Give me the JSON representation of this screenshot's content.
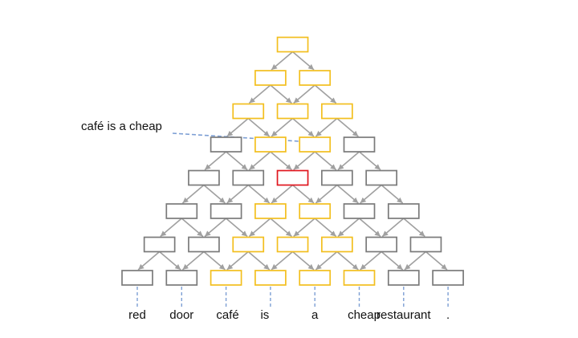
{
  "words": [
    "red",
    "door",
    "café",
    "is",
    "a",
    "cheap",
    "restaurant",
    "."
  ],
  "callout": {
    "label": "café is a cheap",
    "target_layer": 4,
    "target_index": 2
  },
  "layers": [
    [
      "gray",
      "gray",
      "yellow",
      "yellow",
      "yellow",
      "yellow",
      "gray",
      "gray"
    ],
    [
      "gray",
      "gray",
      "yellow",
      "yellow",
      "yellow",
      "gray",
      "gray"
    ],
    [
      "gray",
      "gray",
      "yellow",
      "yellow",
      "gray",
      "gray"
    ],
    [
      "gray",
      "gray",
      "red",
      "gray",
      "gray"
    ],
    [
      "gray",
      "yellow",
      "yellow",
      "gray"
    ],
    [
      "yellow",
      "yellow",
      "yellow"
    ],
    [
      "yellow",
      "yellow"
    ],
    [
      "yellow"
    ]
  ],
  "colors": {
    "gray": "#7a7a7a",
    "yellow": "#f3bf1e",
    "red": "#e0161e",
    "edge": "#a0a0a0",
    "dashed": "#7d9fd4"
  }
}
